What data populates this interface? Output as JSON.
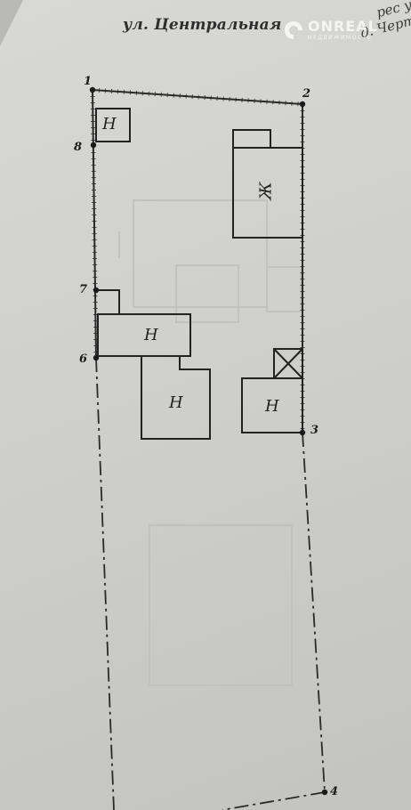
{
  "header": {
    "street": "ул. Центральная",
    "corner_line1": "рес у",
    "corner_line2": "д. Черт"
  },
  "watermark": {
    "brand": "ONREAL",
    "sub": "НЕДВИЖИМОСТЬ"
  },
  "points": {
    "p1": "1",
    "p2": "2",
    "p3": "3",
    "p4": "4",
    "p6": "6",
    "p7": "7",
    "p8": "8"
  },
  "buildings": {
    "shed_top": "Н",
    "house": "Ж",
    "shed_left_upper": "Н",
    "shed_left_lower": "Н",
    "shed_right": "Н"
  },
  "colors": {
    "line": "#2a2a2a",
    "paper": "#d2d2d0",
    "faint": "#b8b8b6"
  }
}
